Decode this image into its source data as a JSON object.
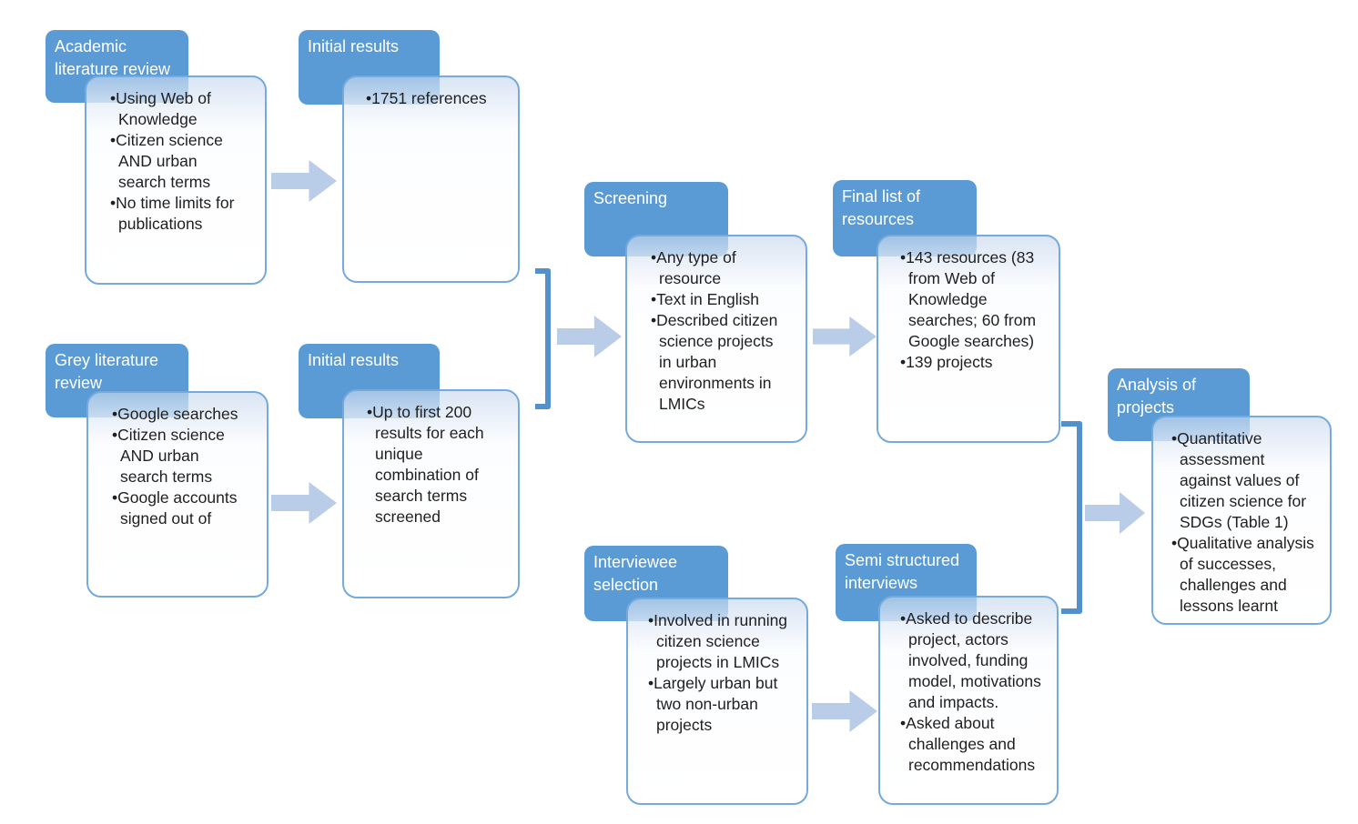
{
  "diagram": {
    "description": "Research methodology flowchart for citizen science review",
    "colors": {
      "header_fill": "#5b9bd5",
      "header_text": "#ffffff",
      "content_border": "#76a9dc",
      "content_top_tint": "#dfe8f5",
      "arrow_fill": "#b9cde8",
      "bracket_stroke": "#5390cc",
      "body_text": "#1f1f1f",
      "background": "#ffffff"
    },
    "groups": [
      {
        "id": "academic-literature-review",
        "title": "Academic literature review",
        "bullets": [
          "Using Web of Knowledge",
          "Citizen science AND urban search terms",
          "No time limits for publications"
        ]
      },
      {
        "id": "initial-results-academic",
        "title": "Initial results",
        "bullets": [
          "1751 references"
        ]
      },
      {
        "id": "grey-literature-review",
        "title": "Grey literature review",
        "bullets": [
          "Google searches",
          "Citizen science AND urban search terms",
          "Google accounts signed out of"
        ]
      },
      {
        "id": "initial-results-grey",
        "title": "Initial results",
        "bullets": [
          "Up to first 200 results for each unique combination of search terms screened"
        ]
      },
      {
        "id": "screening",
        "title": "Screening",
        "bullets": [
          "Any type of resource",
          "Text in English",
          "Described citizen science projects in urban environments in LMICs"
        ]
      },
      {
        "id": "final-list-of-resources",
        "title": "Final list of resources",
        "bullets": [
          "143 resources (83 from Web of Knowledge searches; 60 from Google searches)",
          "139 projects"
        ]
      },
      {
        "id": "interviewee-selection",
        "title": "Interviewee selection",
        "bullets": [
          "Involved in running citizen science projects in LMICs",
          "Largely urban but two non-urban projects"
        ]
      },
      {
        "id": "semi-structured-interviews",
        "title": "Semi structured interviews",
        "bullets": [
          "Asked to describe project, actors involved, funding model, motivations and impacts.",
          "Asked about challenges and recommendations"
        ]
      },
      {
        "id": "analysis-of-projects",
        "title": "Analysis of projects",
        "bullets": [
          "Quantitative assessment against values of citizen science for SDGs (Table 1)",
          "Qualitative analysis of successes, challenges and lessons learnt"
        ]
      }
    ]
  }
}
